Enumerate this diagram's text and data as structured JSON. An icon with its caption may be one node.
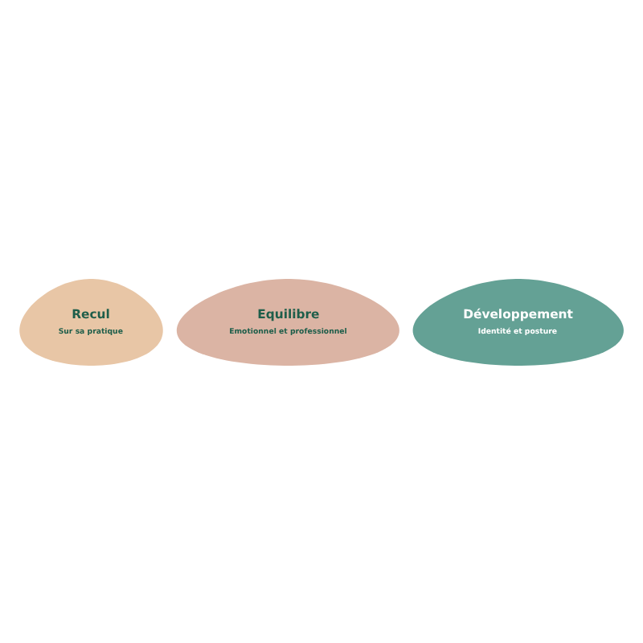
{
  "diagram": {
    "nodes": [
      {
        "text": [
          "Recul",
          "Sur sa pratique"
        ]
      },
      {
        "text": [
          "Equilibre",
          "Emotionnel et professionnel"
        ]
      },
      {
        "text": [
          "Développement",
          "Identité et posture"
        ]
      }
    ]
  }
}
